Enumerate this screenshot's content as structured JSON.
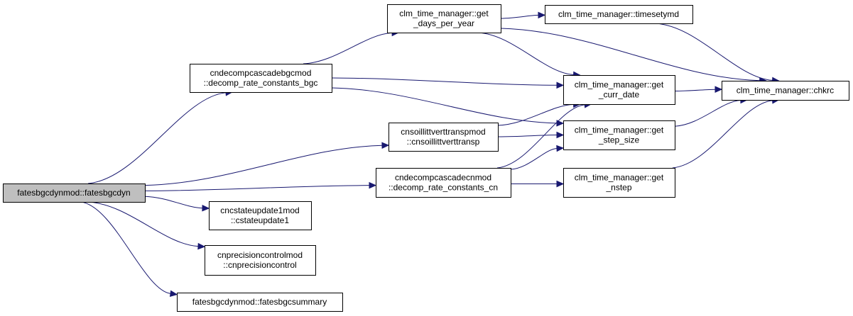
{
  "colors": {
    "edge": "#191970",
    "root_fill": "#bfbfbf",
    "node_fill": "#ffffff",
    "node_border": "#000000"
  },
  "nodes": {
    "fatesbgcdyn": {
      "lines": [
        "fatesbgcdynmod::fatesbgcdyn"
      ]
    },
    "decomp_bgc": {
      "lines": [
        "cndecompcascadebgcmod",
        "::decomp_rate_constants_bgc"
      ]
    },
    "cnsoillitt": {
      "lines": [
        "cnsoillittverttranspmod",
        "::cnsoillittverttransp"
      ]
    },
    "decomp_cn": {
      "lines": [
        "cndecompcascadecnmod",
        "::decomp_rate_constants_cn"
      ]
    },
    "cstateupdate1": {
      "lines": [
        "cncstateupdate1mod",
        "::cstateupdate1"
      ]
    },
    "cnprecision": {
      "lines": [
        "cnprecisioncontrolmod",
        "::cnprecisioncontrol"
      ]
    },
    "fatesbgcsummary": {
      "lines": [
        "fatesbgcdynmod::fatesbgcsummary"
      ]
    },
    "days_per_year": {
      "lines": [
        "clm_time_manager::get",
        "_days_per_year"
      ]
    },
    "timesetymd": {
      "lines": [
        "clm_time_manager::timesetymd"
      ]
    },
    "curr_date": {
      "lines": [
        "clm_time_manager::get",
        "_curr_date"
      ]
    },
    "step_size": {
      "lines": [
        "clm_time_manager::get",
        "_step_size"
      ]
    },
    "nstep": {
      "lines": [
        "clm_time_manager::get",
        "_nstep"
      ]
    },
    "chkrc": {
      "lines": [
        "clm_time_manager::chkrc"
      ]
    }
  },
  "edges": [
    [
      "fatesbgcdyn",
      "decomp_bgc"
    ],
    [
      "fatesbgcdyn",
      "cnsoillitt"
    ],
    [
      "fatesbgcdyn",
      "decomp_cn"
    ],
    [
      "fatesbgcdyn",
      "cstateupdate1"
    ],
    [
      "fatesbgcdyn",
      "cnprecision"
    ],
    [
      "fatesbgcdyn",
      "fatesbgcsummary"
    ],
    [
      "decomp_bgc",
      "days_per_year"
    ],
    [
      "decomp_bgc",
      "curr_date"
    ],
    [
      "decomp_bgc",
      "step_size"
    ],
    [
      "days_per_year",
      "timesetymd"
    ],
    [
      "days_per_year",
      "curr_date"
    ],
    [
      "days_per_year",
      "chkrc"
    ],
    [
      "timesetymd",
      "chkrc"
    ],
    [
      "curr_date",
      "chkrc"
    ],
    [
      "cnsoillitt",
      "curr_date"
    ],
    [
      "cnsoillitt",
      "step_size"
    ],
    [
      "decomp_cn",
      "curr_date"
    ],
    [
      "decomp_cn",
      "step_size"
    ],
    [
      "decomp_cn",
      "nstep"
    ],
    [
      "step_size",
      "chkrc"
    ],
    [
      "nstep",
      "chkrc"
    ]
  ]
}
